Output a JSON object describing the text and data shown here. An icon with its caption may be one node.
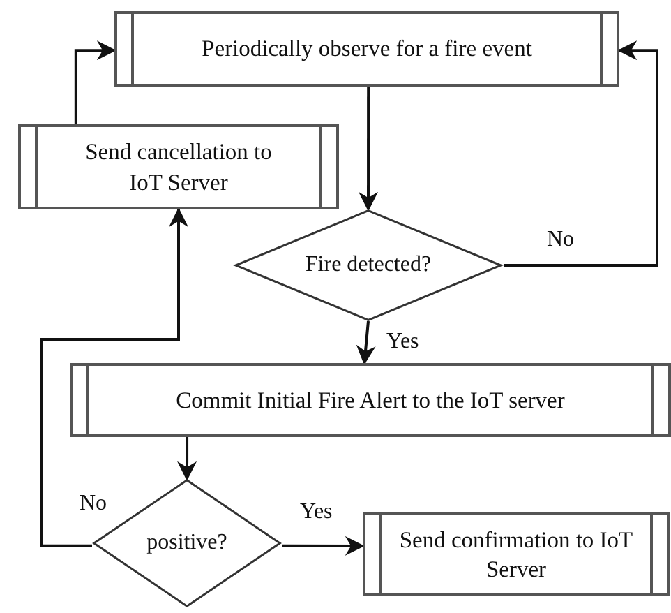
{
  "diagram": {
    "nodes": [
      {
        "text": [
          "Periodically observe for a fire event"
        ]
      },
      {
        "text": [
          "Send cancellation to IoT Server"
        ]
      },
      {
        "text": [
          "Fire detected?"
        ]
      },
      {
        "text": [
          "Commit Initial Fire Alert to the IoT server"
        ]
      },
      {
        "text": [
          "positive?"
        ]
      },
      {
        "text": [
          "Send confirmation to IoT Server"
        ]
      }
    ],
    "edges": [
      {
        "from": 0,
        "to": 2,
        "arrow": "to"
      },
      {
        "from": 2,
        "to": 0,
        "arrow": "to",
        "label": "No"
      },
      {
        "from": 2,
        "to": 3,
        "arrow": "to",
        "label": "Yes"
      },
      {
        "from": 3,
        "to": 4,
        "arrow": "to"
      },
      {
        "from": 4,
        "to": 5,
        "arrow": "to",
        "label": "Yes"
      },
      {
        "from": 4,
        "to": 1,
        "arrow": "to",
        "label": "No"
      },
      {
        "from": 1,
        "to": 0,
        "arrow": "to"
      }
    ]
  }
}
